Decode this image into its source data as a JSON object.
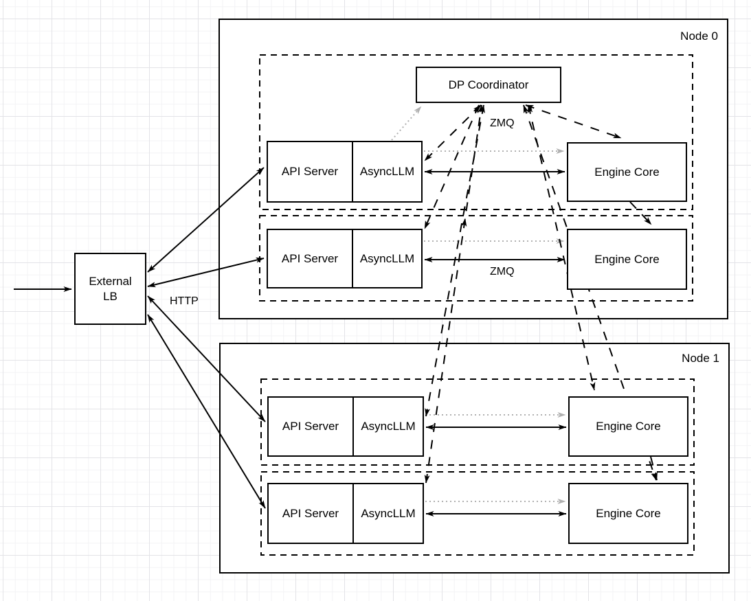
{
  "labels": {
    "node0": "Node 0",
    "node1": "Node 1",
    "dp_coordinator": "DP Coordinator",
    "api_server": "API Server",
    "asyncllm": "AsyncLLM",
    "engine_core": "Engine Core",
    "external_lb_line1": "External",
    "external_lb_line2": "LB",
    "http": "HTTP",
    "zmq_top": "ZMQ",
    "zmq_mid": "ZMQ"
  },
  "colors": {
    "stroke": "#000000",
    "gray_arrow": "#b0b0b0",
    "box_fill": "#ffffff",
    "grid_minor": "#f3f3f5",
    "grid_major": "#e3e3e7"
  }
}
